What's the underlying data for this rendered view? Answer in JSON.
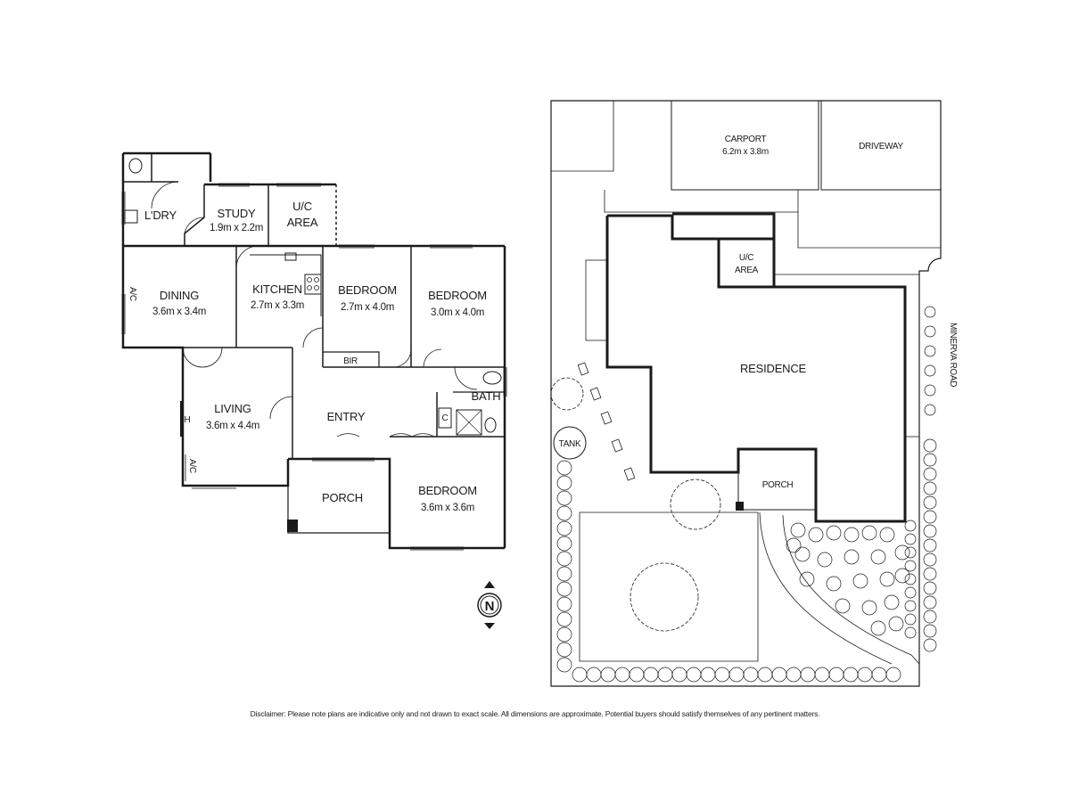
{
  "floor_plan": {
    "rooms": [
      {
        "id": "laundry",
        "name": "L'DRY"
      },
      {
        "id": "study",
        "name": "STUDY",
        "size": "1.9m x 2.2m"
      },
      {
        "id": "uc",
        "name": "U/C",
        "name2": "AREA"
      },
      {
        "id": "dining",
        "name": "DINING",
        "size": "3.6m x 3.4m"
      },
      {
        "id": "kitchen",
        "name": "KITCHEN",
        "size": "2.7m x 3.3m"
      },
      {
        "id": "bed1",
        "name": "BEDROOM",
        "size": "2.7m x 4.0m"
      },
      {
        "id": "bed2",
        "name": "BEDROOM",
        "size": "3.0m x 4.0m"
      },
      {
        "id": "bir",
        "name": "BIR"
      },
      {
        "id": "bath",
        "name": "BATH"
      },
      {
        "id": "c",
        "name": "C"
      },
      {
        "id": "living",
        "name": "LIVING",
        "size": "3.6m x 4.4m"
      },
      {
        "id": "entry",
        "name": "ENTRY"
      },
      {
        "id": "porch",
        "name": "PORCH"
      },
      {
        "id": "bed3",
        "name": "BEDROOM",
        "size": "3.6m x 3.6m"
      }
    ],
    "markers": {
      "ac": "A/C",
      "heater": "H"
    }
  },
  "site_plan": {
    "carport": {
      "name": "CARPORT",
      "size": "6.2m x 3.8m"
    },
    "driveway": "DRIVEWAY",
    "uc": {
      "name": "U/C",
      "name2": "AREA"
    },
    "residence": "RESIDENCE",
    "porch": "PORCH",
    "tank": "TANK",
    "road": "MINERVA ROAD"
  },
  "compass": "N",
  "disclaimer": "Disclaimer: Please note plans are indicative only and not drawn to exact scale. All dimensions are approximate. Potential buyers should satisfy themselves of any pertinent matters."
}
